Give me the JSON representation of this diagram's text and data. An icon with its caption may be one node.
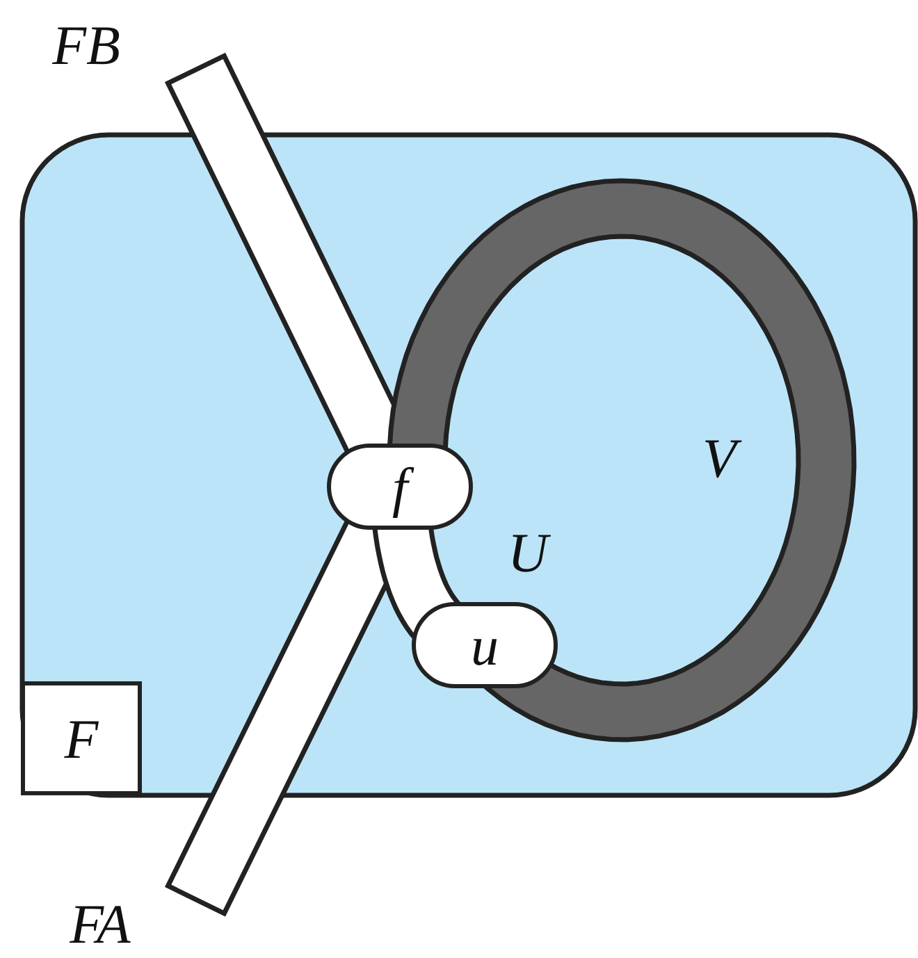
{
  "diagram": {
    "nodes": [
      {
        "text": [
          "FB"
        ]
      },
      {
        "text": [
          "f"
        ]
      },
      {
        "text": [
          "u"
        ]
      },
      {
        "text": [
          "FA"
        ]
      },
      {
        "text": [
          "F"
        ]
      }
    ],
    "edges": [
      {
        "from": 0,
        "to": 1,
        "arrow": "none"
      },
      {
        "from": 1,
        "to": 3,
        "arrow": "none"
      },
      {
        "from": 1,
        "to": 2,
        "arrow": "none",
        "label": "U"
      },
      {
        "from": 1,
        "to": 2,
        "arrow": "none",
        "label": "V",
        "color": "#666666"
      }
    ]
  }
}
